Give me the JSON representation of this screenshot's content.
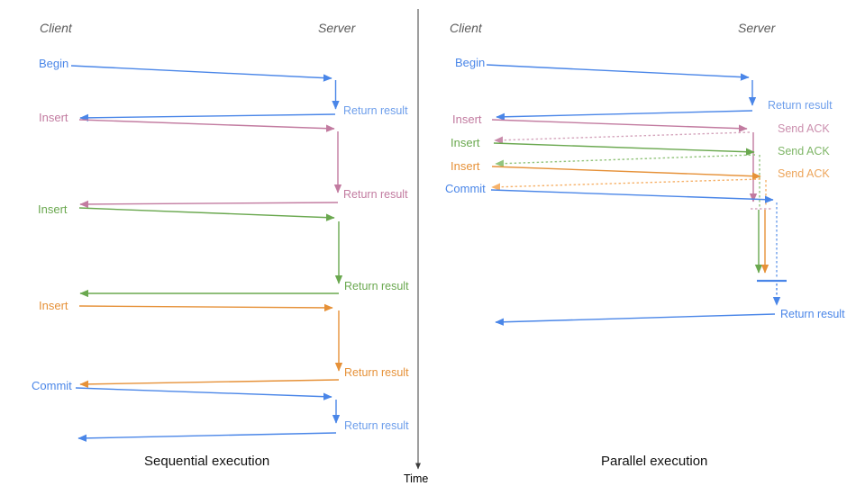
{
  "palette": {
    "blue": "#4a86e8",
    "light_blue": "#6d9eeb",
    "pink": "#c27ba0",
    "light_pink": "#d5a6bd",
    "green": "#6aa84f",
    "light_green": "#93c47d",
    "orange": "#e69138",
    "light_orange": "#f6b26b",
    "header_gray": "#5b5b5b",
    "axis_black": "#3c3c3c"
  },
  "left": {
    "caption": "Sequential execution",
    "client": "Client",
    "server": "Server",
    "steps": [
      {
        "request": "Begin",
        "response": "Return result"
      },
      {
        "request": "Insert",
        "response": "Return result"
      },
      {
        "request": "Insert",
        "response": "Return result"
      },
      {
        "request": "Insert",
        "response": "Return result"
      },
      {
        "request": "Commit",
        "response": "Return result"
      }
    ]
  },
  "right": {
    "caption": "Parallel execution",
    "client": "Client",
    "server": "Server",
    "steps": [
      {
        "request": "Begin",
        "response": "Return result"
      },
      {
        "request": "Insert",
        "response": "Send ACK"
      },
      {
        "request": "Insert",
        "response": "Send ACK"
      },
      {
        "request": "Insert",
        "response": "Send ACK"
      },
      {
        "request": "Commit",
        "response": "Return result"
      }
    ]
  },
  "time_axis": {
    "label": "Time"
  }
}
